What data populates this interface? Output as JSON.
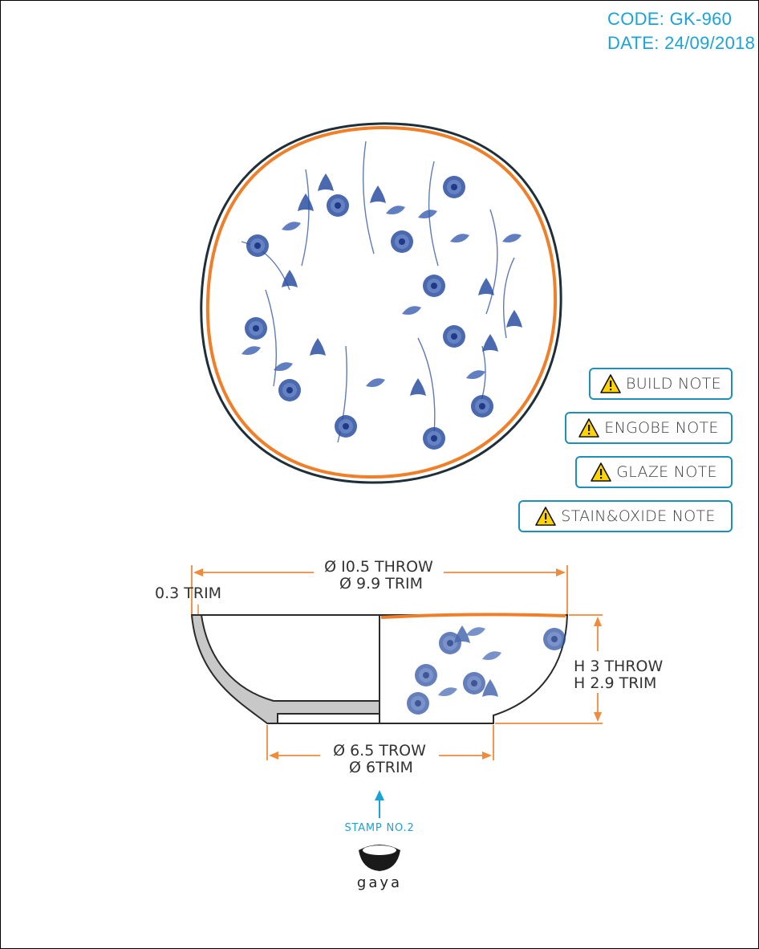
{
  "header": {
    "code": "CODE: GK-960",
    "date": "DATE: 24/09/2018"
  },
  "notes": {
    "build": "BUILD NOTE",
    "engobe": "ENGOBE NOTE",
    "glaze": "GLAZE NOTE",
    "stain_oxide": "STAIN&OXIDE NOTE"
  },
  "dimensions": {
    "top_throw": "Ø I0.5 THROW",
    "top_trim": "Ø 9.9 TRIM",
    "wall_trim": "0.3 TRIM",
    "height_throw": "H 3 THROW",
    "height_trim": "H 2.9 TRIM",
    "base_throw": "Ø 6.5 TROW",
    "base_trim": "Ø 6TRIM"
  },
  "stamp": {
    "label": "STAMP NO.2",
    "brand": "gaya"
  },
  "colors": {
    "accent_blue": "#1aa3d9",
    "dimension_orange": "#f08a3c",
    "floral_blue": "#2a4fa0",
    "rim_orange": "#f07f2a",
    "section_gray": "#c8c8c8"
  }
}
